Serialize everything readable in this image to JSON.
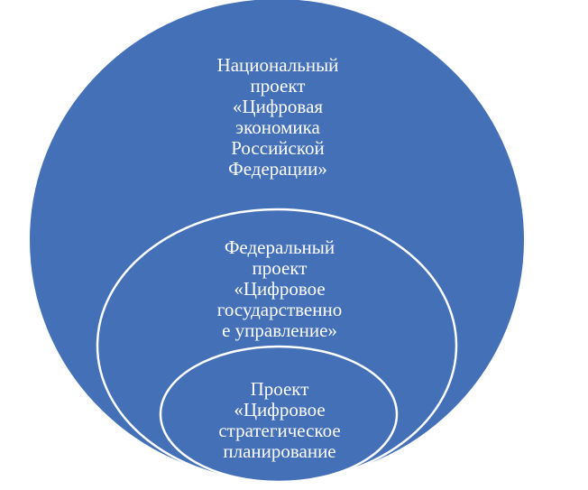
{
  "diagram": {
    "colors": {
      "fill": "#4470b7",
      "stroke": "#ffffff",
      "text": "#ffffff"
    },
    "outer": {
      "lines": [
        "Национальный",
        "проект",
        "«Цифровая",
        "экономика",
        "Российской",
        "Федерации»"
      ]
    },
    "middle": {
      "lines": [
        "Федеральный",
        "проект",
        "«Цифровое",
        "государственно",
        "е управление»"
      ]
    },
    "inner": {
      "lines": [
        "Проект",
        "«Цифровое",
        "стратегическое",
        "планирование"
      ]
    }
  }
}
